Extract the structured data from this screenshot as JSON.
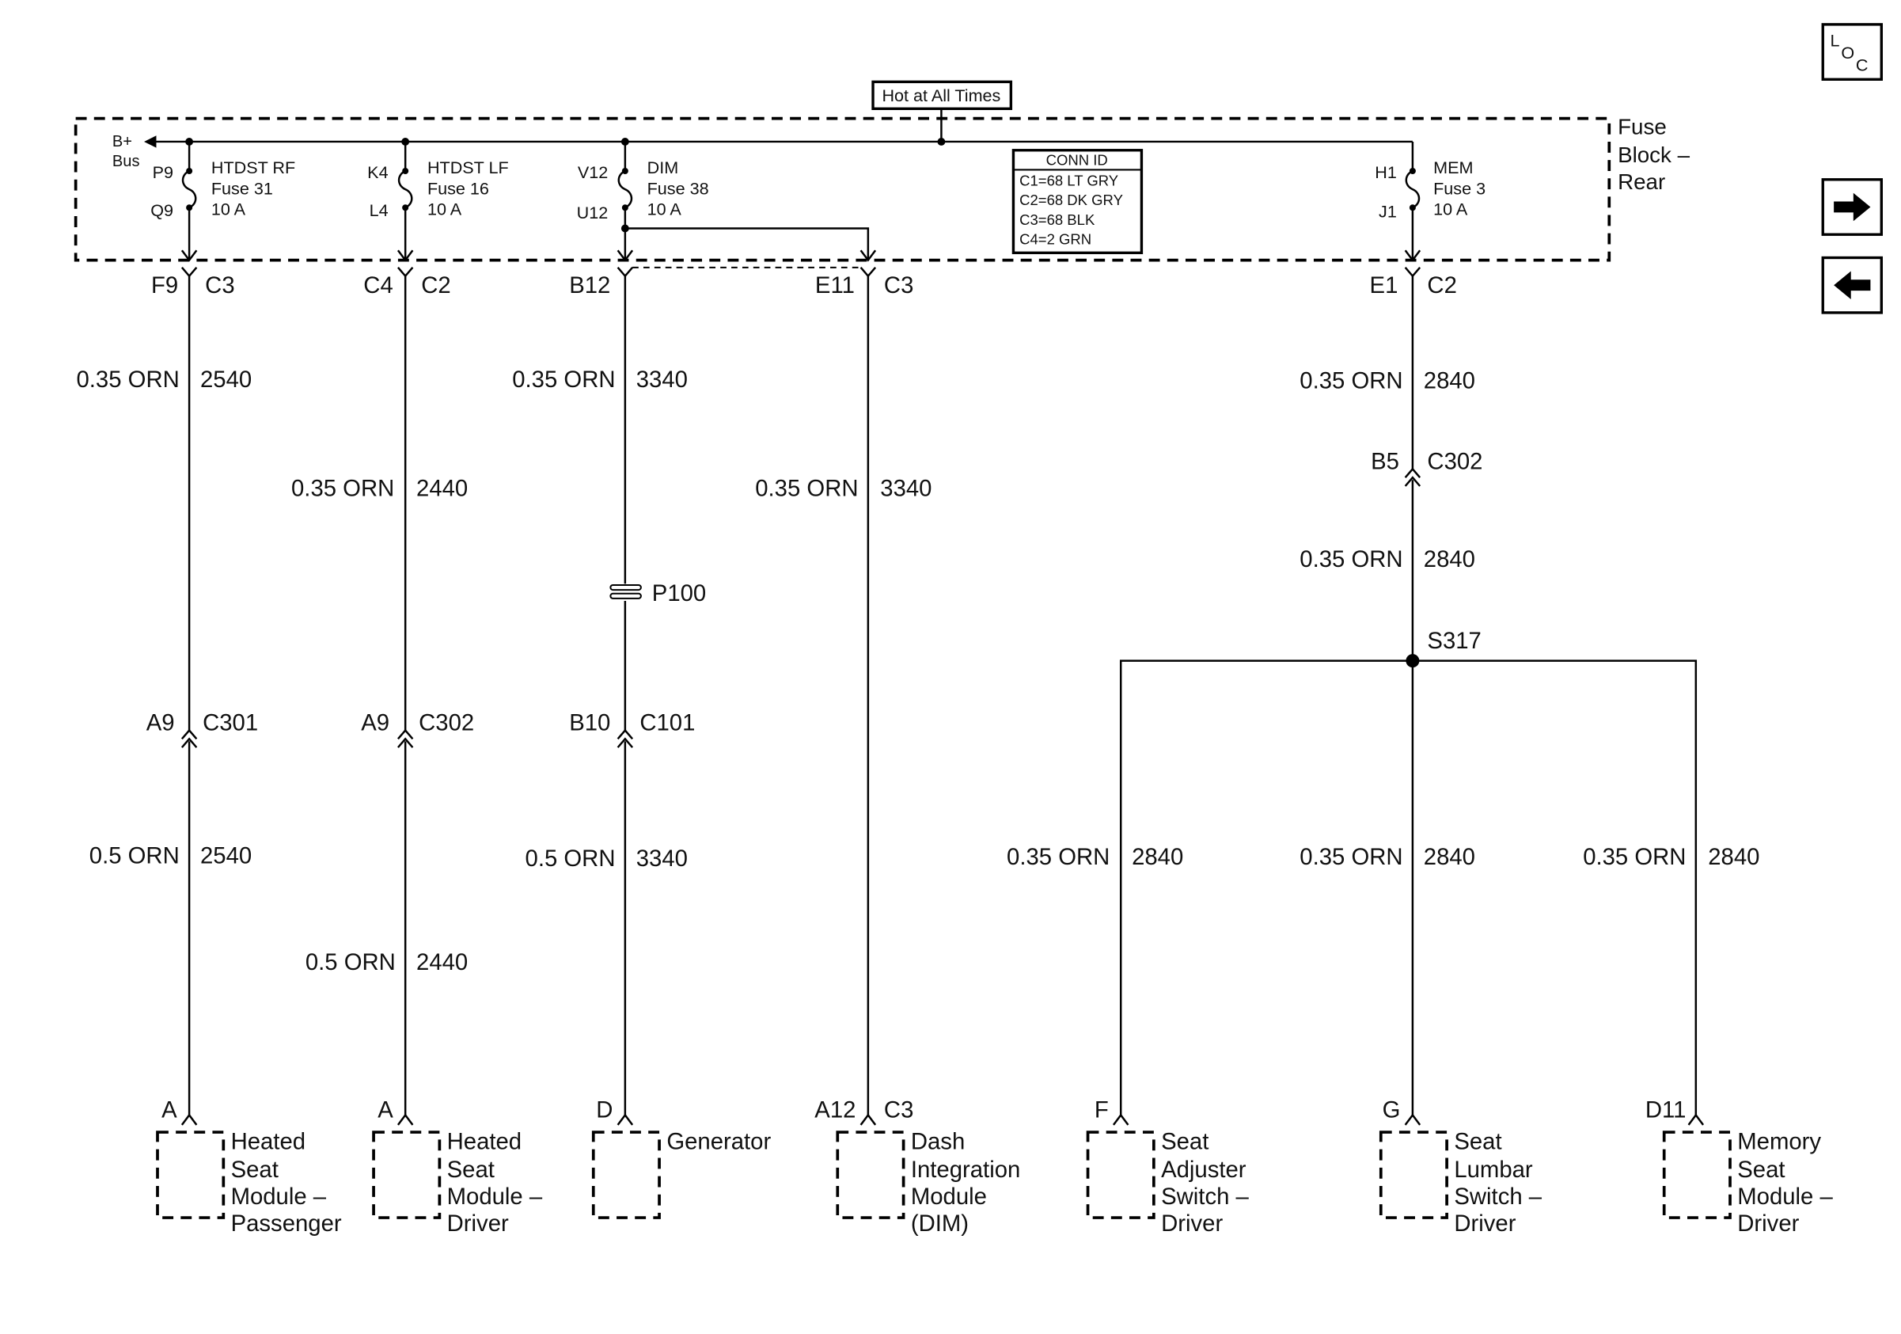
{
  "hot_label": "Hot at All Times",
  "bplus": [
    "B+",
    "Bus"
  ],
  "fuse_block": [
    "Fuse",
    "Block –",
    "Rear"
  ],
  "fuses": [
    {
      "top_pin": "P9",
      "bottom_pin": "Q9",
      "name": "HTDST RF",
      "fuse": "Fuse 31",
      "rating": "10 A"
    },
    {
      "top_pin": "K4",
      "bottom_pin": "L4",
      "name": "HTDST LF",
      "fuse": "Fuse 16",
      "rating": "10 A"
    },
    {
      "top_pin": "V12",
      "bottom_pin": "U12",
      "name": "DIM",
      "fuse": "Fuse 38",
      "rating": "10 A"
    },
    {
      "top_pin": "H1",
      "bottom_pin": "J1",
      "name": "MEM",
      "fuse": "Fuse 3",
      "rating": "10 A"
    }
  ],
  "conn_id": {
    "title": "CONN ID",
    "rows": [
      "C1=68 LT GRY",
      "C2=68 DK GRY",
      "C3=68 BLK",
      "C4=2 GRN"
    ]
  },
  "out_connectors": [
    {
      "pin": "F9",
      "conn": "C3"
    },
    {
      "pin": "C4",
      "conn": "C2"
    },
    {
      "pin": "B12",
      "conn": ""
    },
    {
      "pin": "E11",
      "conn": "C3"
    },
    {
      "pin": "E1",
      "conn": "C2"
    }
  ],
  "wires": [
    {
      "gauge": "0.35 ORN",
      "circuit": "2540"
    },
    {
      "gauge": "0.35 ORN",
      "circuit": "2440"
    },
    {
      "gauge": "0.35 ORN",
      "circuit": "3340"
    },
    {
      "gauge": "0.35 ORN",
      "circuit": "3340"
    },
    {
      "gauge": "0.35 ORN",
      "circuit": "2840"
    },
    {
      "gauge": "0.35 ORN",
      "circuit": "2840"
    },
    {
      "gauge": "0.5 ORN",
      "circuit": "2540"
    },
    {
      "gauge": "0.5 ORN",
      "circuit": "2440"
    },
    {
      "gauge": "0.5 ORN",
      "circuit": "3340"
    },
    {
      "gauge": "0.35 ORN",
      "circuit": "2840"
    },
    {
      "gauge": "0.35 ORN",
      "circuit": "2840"
    },
    {
      "gauge": "0.35 ORN",
      "circuit": "2840"
    }
  ],
  "inline_connectors": [
    {
      "pin": "A9",
      "conn": "C301"
    },
    {
      "pin": "A9",
      "conn": "C302"
    },
    {
      "pin": "B10",
      "conn": "C101"
    },
    {
      "pin": "B5",
      "conn": "C302"
    }
  ],
  "passthrough": "P100",
  "splice": "S317",
  "components": [
    {
      "pin": "A",
      "conn": "",
      "lines": [
        "Heated",
        "Seat",
        "Module –",
        "Passenger"
      ]
    },
    {
      "pin": "A",
      "conn": "",
      "lines": [
        "Heated",
        "Seat",
        "Module –",
        "Driver"
      ]
    },
    {
      "pin": "D",
      "conn": "",
      "lines": [
        "Generator"
      ]
    },
    {
      "pin": "A12",
      "conn": "C3",
      "lines": [
        "Dash",
        "Integration",
        "Module",
        "(DIM)"
      ]
    },
    {
      "pin": "F",
      "conn": "",
      "lines": [
        "Seat",
        "Adjuster",
        "Switch –",
        "Driver"
      ]
    },
    {
      "pin": "G",
      "conn": "",
      "lines": [
        "Seat",
        "Lumbar",
        "Switch –",
        "Driver"
      ]
    },
    {
      "pin": "D11",
      "conn": "",
      "lines": [
        "Memory",
        "Seat",
        "Module –",
        "Driver"
      ]
    }
  ],
  "loc_icon": {
    "letters": [
      "L",
      "O",
      "C"
    ]
  },
  "nav": {
    "forward": "→",
    "back": "←"
  }
}
